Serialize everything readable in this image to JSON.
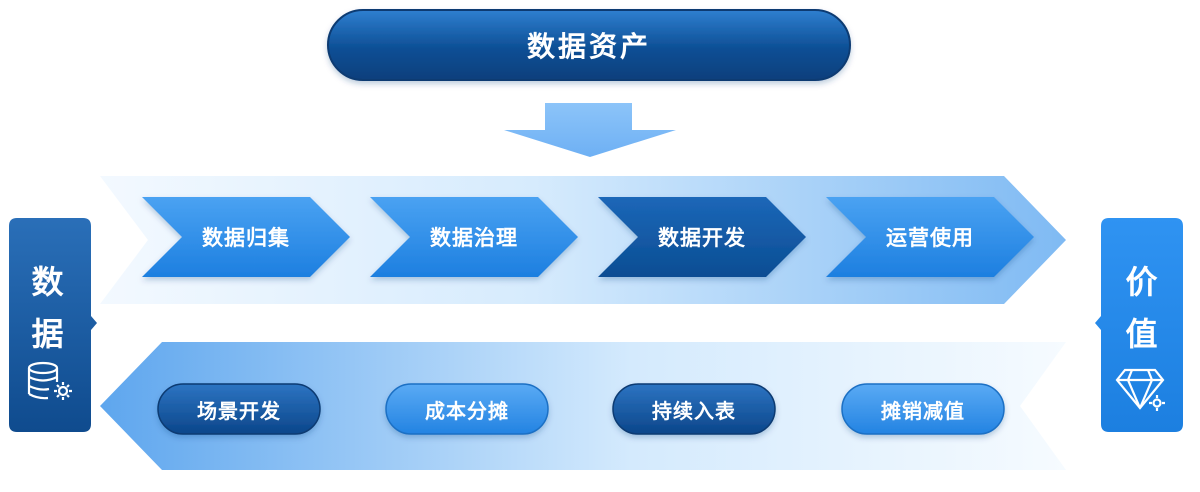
{
  "title": "数据资产",
  "left_panel": {
    "chars": [
      "数",
      "据"
    ],
    "icon": "database-gear-icon"
  },
  "right_panel": {
    "chars": [
      "价",
      "值"
    ],
    "icon": "diamond-gear-icon"
  },
  "process_steps": [
    "数据归集",
    "数据治理",
    "数据开发",
    "运营使用"
  ],
  "outcomes": [
    "场景开发",
    "成本分摊",
    "持续入表",
    "摊销减值"
  ],
  "colors": {
    "dark_blue": "#0b4c8f",
    "mid_blue": "#1f82e6",
    "light_blue": "#90c4f8",
    "band_light": "#dbeefe"
  }
}
